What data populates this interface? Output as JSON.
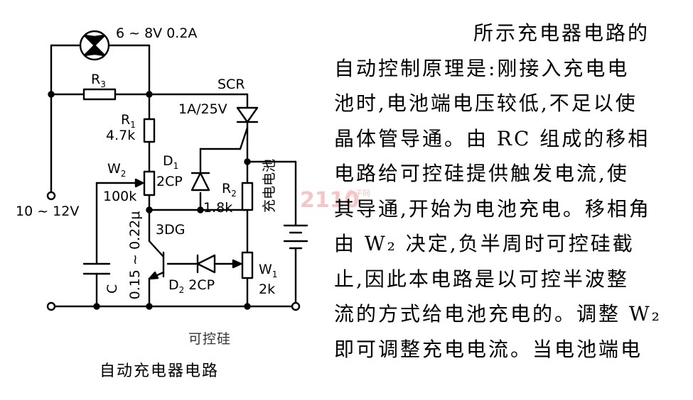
{
  "labels": {
    "lamp": "6 ~ 8V  0.2A",
    "r3": "R",
    "r3_sub": "3",
    "scr": "SCR",
    "scr_rating": "1A/25V",
    "r1": "R",
    "r1_sub": "1",
    "r1_val": "4.7k",
    "w2": "W",
    "w2_sub": "2",
    "w2_val": "100k",
    "d1": "D",
    "d1_sub": "1",
    "d1_type": "2CP",
    "r2": "R",
    "r2_sub": "2",
    "r2_val": "1.8k",
    "battery": "充电电池",
    "input_v": "10 ~ 12V",
    "transistor": "3DG",
    "cap_letter": "C",
    "cap_val": "0.15 ~ 0.22μ",
    "d2": "D",
    "d2_sub": "2",
    "d2_type": "2CP",
    "w1": "W",
    "w1_sub": "1",
    "w1_val": "2k",
    "watermark_num": "2110",
    "watermark_cn": "电子网"
  },
  "subcaption": "可控硅",
  "caption": "自动充电器电路",
  "paragraph": [
    "所示充电器电路的",
    "自动控制原理是:刚接入充电电",
    "池时,电池端电压较低,不足以使",
    "晶体管导通。由 RC 组成的移相",
    "电路给可控硅提供触发电流,使",
    "其导通,开始为电池充电。移相角",
    "由 W₂ 决定,负半周时可控硅截",
    "止,因此本电路是以可控半波整",
    "流的方式给电池充电的。调整 W₂",
    "即可调整充电电流。当电池端电"
  ]
}
